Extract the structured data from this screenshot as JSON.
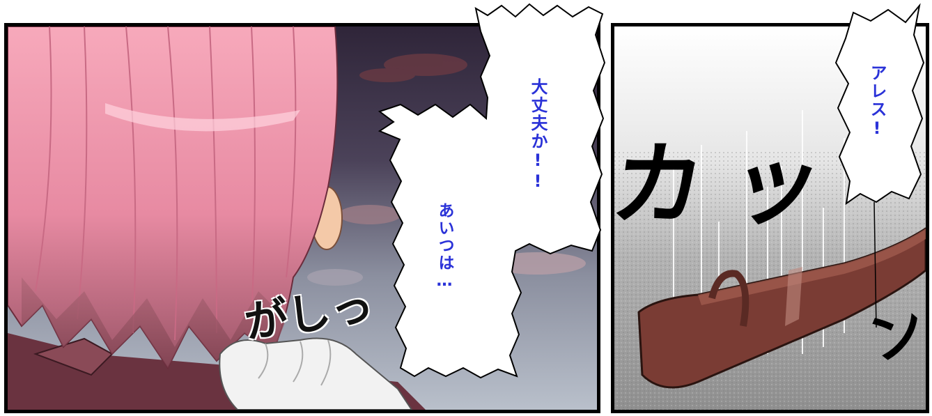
{
  "panel_left": {
    "speech_top": "大丈夫か!!",
    "speech_bottom": "あいつは…",
    "sfx": "がしっ"
  },
  "panel_right": {
    "speech": "アレス!",
    "sfx_big": "カッ",
    "sfx_small": "ン"
  },
  "colors": {
    "speech_text": "#2a32d8",
    "hair_pink": "#f4a3b6",
    "sky_dark": "#3a2f48",
    "ground_gray": "#a4a4a4"
  }
}
